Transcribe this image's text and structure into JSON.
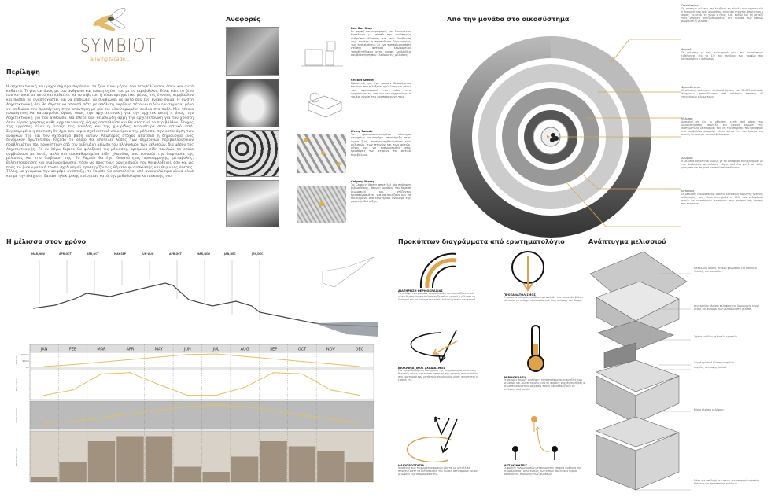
{
  "logo": {
    "title": "SYMBIOT",
    "tagline": "a living facade..."
  },
  "summary": {
    "heading": "Περίληψη",
    "text": "Η αρχιτεκτονική που μέχρι σήμερα παράγουν τα ζώα είναι μέρος του περιβάλλοντος όπως και αυτά καθαυτά. Τι γίνεται όμως με τον άνθρωπο και ποια η σχέση του με το περιβάλλον; Είναι κάτι το ξένο που κατοικεί σε αυτό και καλείται να το σέβεται, ή είναι πραγματικά μέρος της έννοιας περιβάλλον και πρέπει να αναστοχαστεί και να επιδιώξει να συμβιώσει με αυτό σαν ένα ενιαίο σώμα; Η σωστή Αρχιτεκτονική δεν θα έπρεπε να απαντά πότε με απόλυτη ακρίβεια τέτοιων ειδών ερωτήματα, μόνο να επιδιώκει την προσέγγιση στην απάντηση με μία πιο ολοκληρωμένη εικόνα στο παζλ. Μια τέτοια προσέγγιση θα καταργούσε όρους όπως την αρχιτεκτονική για την αρχιτεκτονική ή όπως την Αρχιτεκτονική για τον άνθρωπο. Θα έθετε σαν θεμελιώδη αρχή την αρχιτεκτονική για τον χρήστη όπου κύριος χρήστης κάθε αρχιτεκτονικής δομής αποτελούσε και θα αποτελεί το περιβάλλον. Στόχος της εργασίας είναι η ένταξη της πανίδας και της χλωρίδας εντονότερα στον αστικό ιστό. Συγκεκριμένα η πρόταση θα έχει σαν κύριο σχεδιαστικό υποκείμενο την μέλισσα, την κατανόηση των αναγκών της και τον σχεδιασμό βάση αυτών. Απώτερος στόχος αποτελεί η δημιουργία ενός δυναμικού πρωτοτύπου Façade το οποίο θα αποτελεί λύσης των σημερινών περιβαλλοντικών προβλημάτων που προκύπτουν από την αυξημένη μείωση του πληθυσμού των μελισσών, δια μέσου της Αρχιτεκτονικής. Το εν λόγω façade θα φιλοξενεί τις μέλισσες, ορισμένα είδη πουλιών τα οποία συμβιώνουν με αυτές αλλά και προκαθορισμένα είδη χλωρίδας που ευνοούν την διεργασία της μέλισσας και την διαβίωση της. Το Façade θα έχει δυνατότητες προσαρμογής, μεταβολής, βελτιστοποίησης και αναδιοργάνωσης, τόσο ως προς τους οργανισμούς που θα φιλοξενεί, όσο και ως προς το βιοκλιματικό τρόπο σχεδιασμού προσεγγίζοντας θέματα φωτοσκίασης και θερμικής άνεσης. Τέλος, με γνώμονα την αειφόρο ανάπτυξη, το Façade θα αποτελείται από ανακυκλώσιμα υλικά αλλά και με την ελάχιστη δαπάνη ηλεκτρικής ενέργειας κατά την μεθοδολογία κατασκευής του."
  },
  "references": {
    "heading": "Αναφορές",
    "items": [
      {
        "title": "Bee Bus Stop",
        "text": "Σε μορφή και παραφορές του Μπουμένου θεατένιου με σκοπό την συνύπαρξη ανθρώπου-μέλισσας και την διαβίωση της, παρέχει η προτοθεσία δημιουργίας των bee-stations. Σε ένα τυπικό μονοπάτι στάσης αστικού λεωφορείου τοποθετήθηκαν στην οροφή λουλούδια και βλάστηση που ελκύουν τις μέλισσες."
      },
      {
        "title": "Cricket Shelter",
        "text": "Πρόκειται για ένα μικρών διαστάσεων Pavilion που φιλοξενεί γρύλλους και μέσω του σχεδιασμού του τόσο στο αρχιτεκτονικό, όσο και στο μηχανολογικό τομέα, ευνοεί την αναπαραγωγή τους."
      },
      {
        "title": "Living Facade",
        "text": "Το προκατασκευασμένο σύστημα στοιχείων να παρέχει υποστήριξη στην άγρια ζωή, συμπεριλαμβανομένων των μελισσών, των πτηνών και των φυτών, μέχρι για να ενσωματωθεί στις προσόψεις των κτιρίων στο αστικό περιβάλλον."
      },
      {
        "title": "Calgary library",
        "text": "Το Calgary library αποτελεί μία πρόταση βιβλιοθήκης, όπου η μονάδες του façade βιωματική και χτίζονται προσαρμοσμένες για να σκιάζουν και να σκιαζόμενα στο εσωτερικό ανάλογα της χωρικής διάταξης."
      }
    ]
  },
  "ecosystem": {
    "heading": "Από την μονάδα στο οικοσύστημα",
    "notes": [
      {
        "title": "Οικοσύστημα:",
        "text": "Ως σύστημα μελέτης περιλαμβάνει το σύνολο των οργανισμών ή βιοκοινότητα ενός οικοτόπου, αβιοτικά στοιχεία, όπως είναι ο αέρας, το νερό, το χώμα ο ήλιος κ.ά., καθώς και τη μεταξύ τους συνεχείς αλληλεπιδράσεις, στα πλαίσια των οποίων συμβάλλει η μέλισσα."
      },
      {
        "title": "Φαγητό:",
        "text": "Οι μέλισσες με την συνεισφορά τους στο οικοσύστημα ευθύνονται για το 1/3 του συνόλου των τροφών που καταναλώνει ο άνθρωπος."
      },
      {
        "title": "Φρουτόδεντρα:",
        "text": "Οι μέλισσες ανά εκατό πληθυσμό όγκους των 50.000 μελισσών σύγχρονων φρουτόδεντρα, από ανάλογες άπαντας 40 ταχυτάνεων χιλιομέτρων."
      },
      {
        "title": "Μέλισσα:",
        "text": "Ανακαλεί σε όλα οι μέλισσες, εκτός από μέρος του οικοσυστήματος, αποτελεί και βασικό κομμάτι της συστηματικής λειτουργίας του. Με την υπηρεσία που προσφέρει στο περιβάλλον μπορούμε πλέον άμεσα είτε και έμμεσα την σωστή λειτουργία του περιβάλλοντος."
      },
      {
        "title": "Χλωρίδα:",
        "text": "Η μέλισσα ασχολείται κυρίως με τα ανθοφόρα είδη χλωρίδας με την διαδικασία φυτοπλανής γύρης από ένα φυτό σε άλλο, γονιμοποιούν τα φυτά και πολλαπλασιάζονται."
      },
      {
        "title": "Κατοίκους:",
        "text": "Οι μέλισσες ελκύονται και από τις κατοίκους λόγω της έντονης ανθοφορίας τους, όπου συντηρούν το 75% των ανθοφόρων φυτών και καταλήγουν συντηρούν στην τροφική της τροφής που παράγουν."
      }
    ]
  },
  "timeline": {
    "heading": "Η μέλισσα στον χρόνο",
    "profile_labels": [
      "MAR,NOV",
      "APR,OCT",
      "APR,OCT",
      "MAY,SEP",
      "JUN-AUG",
      "APR,OCT",
      "MAR,NOV",
      "JAN,DEC",
      "JEN,DEC"
    ]
  },
  "chart_data": {
    "type": "line",
    "categories": [
      "JAN",
      "FEB",
      "MAR",
      "APR",
      "MAY",
      "JUN",
      "JUL",
      "AUG",
      "SEP",
      "OCT",
      "NOV",
      "DEC"
    ],
    "rows": [
      {
        "name": "Altitude",
        "ticks": [
          "1900m",
          "950m",
          "5m"
        ],
        "values": [
          0,
          0.15,
          0.35,
          0.55,
          0.75,
          0.95,
          1,
          0.8,
          0.6,
          0.4,
          0.2,
          0
        ]
      },
      {
        "name": "Population",
        "values": [
          0.1,
          0.3,
          0.9,
          0.95,
          0.5,
          0.1,
          0.1,
          0.4,
          0.95,
          0.9,
          0.3,
          0.1
        ]
      },
      {
        "name": "Temperature",
        "values": [
          0.2,
          0.25,
          0.4,
          0.55,
          0.7,
          0.85,
          0.9,
          0.85,
          0.7,
          0.5,
          0.35,
          0.2
        ]
      },
      {
        "name": "Production rate",
        "values": [
          0.1,
          0.4,
          0.8,
          0.9,
          0.9,
          0.3,
          0.2,
          0.5,
          0.8,
          0.7,
          0.6,
          0.4
        ]
      }
    ]
  },
  "questionnaire": {
    "heading": "Προκύπτων διαγράμματα από ερωτηματολόγιο",
    "items": [
      {
        "title": "ΔΙΑΤΗΡΗΣΗ ΘΕΡΜΟΚΡΑΣΙΑΣ",
        "text": "Τα κελύφη των φωλιών των μελισσών κατασκευάζονται από υλικά θερμομονωτικά ώστε το ζεστό να μπορεί η μέλισσα να διατηρεί και να διατηρεί το κατάλληλο κλίμα στο εσωτερικό."
      },
      {
        "title": "ΠΡΟΣΑΝΑΤΟΛΙΣΜΟΣ",
        "text": "Ο προσανατολισμός εισόδου των φωλιών των μελισσών βλέπει νότια και να υπάρχει προστασία από τους ανέμους του βορρά."
      },
      {
        "title": "ΒΙΟΚΛΙΜΑΤΙΚΟΣ ΣΧΕΔΙΑΣΜΟΣ",
        "text": "Για την ρυθμιζόμενη διατήρηση της θερμοκρασίας κατά τους θερινούς μήνες συνιστάται αποφυγή της ηλιακής ακτινοβολίας στο εσωτερικό ενώ κατά τους χειμερινούς μήνες συνιστάται η εισροή της."
      },
      {
        "title": "ΘΕΡΜΟΚΡΑΣΙΑ",
        "text": "Σε ακραίες θερμές συνθήκες, καταστρέφονται οι κυψέλες των μελισσών και λιώνει το μέλι, ενώ σε ακραίες ψυχρές συνθήκες οι μέλισσες αδυνατούν να βρουν τροφή και καταλήγουν να πεθάνουν από ασιτία."
      },
      {
        "title": "ΗΛΙΟΠΡΟΣΤΑΣΙΑ",
        "text": "Η κάλυψη των τοιχωμάτων φωλιών γίνεται με μεταλλικά στοιχεία ώστε να αντανακλούν την ηλιακή ακτινοβολία και να μειώνουν την θερμοκρασία της."
      },
      {
        "title": "ΜΕΤΑΚΙΝΗΣΕΙΣ",
        "text": "Οι φωλιές των μελισσών μετακινούνται εποχικά ανάλογα της θερμοκρασίας, αλλά κυρίως των ανθών που είναι ο κύριος παράγοντας επιβίωσης των μελισσών."
      }
    ]
  },
  "hive": {
    "heading": "Ανάπτυγμα μελισσιού",
    "labels": [
      "Μεταλλική οροφή, λευκού χρώματος για απόθηκη ηλιακής ακτινοβολίας.",
      "Δευτερεύον πλαίσιο κελύφους για δημιουργία κενού αέρος και εισόδου των μελισσών στο μελίσσι.",
      "Σχάρα εισόδου μελισσών εργατών.",
      "Συμπληρωτικό πλαίσιο κυψελών",
      "κυψέλες εκτροφής μελιού.",
      "Κύριο πλαίσιο κελύφους.",
      "Βάση για υποδοχή μελισσιού, για αποφυγή υγρασίας εδάφους και προστασίας εντόμων."
    ]
  },
  "colors": {
    "accent": "#e0a24a",
    "chart_line": "#e4c15a",
    "text": "#333333"
  }
}
